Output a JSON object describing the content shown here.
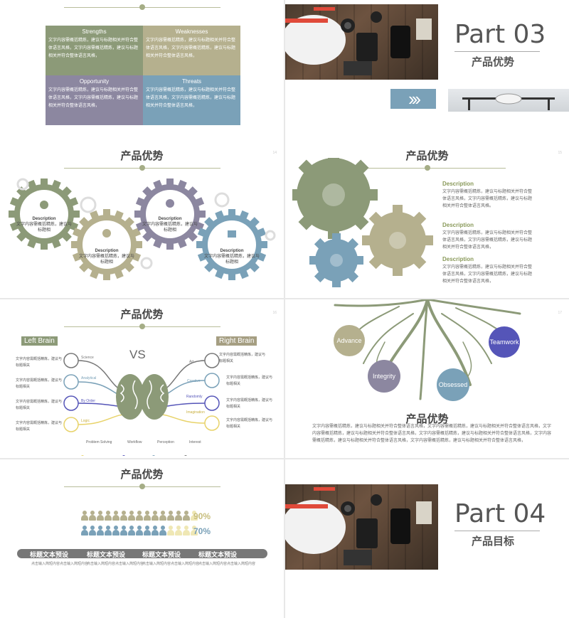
{
  "colors": {
    "sage": "#8c9a78",
    "khaki": "#b5b08e",
    "steel": "#7aa1b8",
    "lavender": "#8c87a0",
    "purple": "#5555b8",
    "accent_text": "#8a9a5b"
  },
  "slide1": {
    "cells": [
      {
        "title": "Strengths",
        "body": "文字内容需概括精炼，建议与标题相关并符合整体语言风格，文字内容需概括精炼，建议与标题相关并符合整体语言风格，"
      },
      {
        "title": "Weaknesses",
        "body": "文字内容需概括精炼，建议与标题相关并符合整体语言风格，文字内容需概括精炼，建议与标题相关并符合整体语言风格，"
      },
      {
        "title": "Opportunity",
        "body": "文字内容需概括精炼，建议与标题相关并符合整体语言风格，文字内容需概括精炼，建议与标题相关并符合整体语言风格，"
      },
      {
        "title": "Threats",
        "body": "文字内容需概括精炼，建议与标题相关并符合整体语言风格，文字内容需概括精炼，建议与标题相关并符合整体语言风格，"
      }
    ]
  },
  "slide2": {
    "part_label": "Part 03",
    "subtitle": "产品优势",
    "arrows": "›››"
  },
  "slide3": {
    "title": "产品优势",
    "page": "14",
    "gears": [
      {
        "head": "Description",
        "body": "文字内容需概括精炼，建议与标题相"
      },
      {
        "head": "Description",
        "body": "文字内容需概括精炼，建议与标题相"
      },
      {
        "head": "Description",
        "body": "文字内容需概括精炼，建议与标题相"
      },
      {
        "head": "Description",
        "body": "文字内容需概括精炼，建议与标题相"
      }
    ]
  },
  "slide4": {
    "title": "产品优势",
    "page": "15",
    "items": [
      {
        "head": "Description",
        "body": "文字内容需概括精炼，建议与标题相关并符合整体语言风格，文字内容需概括精炼，建议与标题相关并符合整体语言风格。"
      },
      {
        "head": "Description",
        "body": "文字内容需概括精炼，建议与标题相关并符合整体语言风格，文字内容需概括精炼，建议与标题相关并符合整体语言风格，"
      },
      {
        "head": "Description",
        "body": "文字内容需概括精炼，建议与标题相关并符合整体语言风格，文字内容需概括精炼，建议与标题相关并符合整体语言风格，"
      }
    ]
  },
  "slide5": {
    "title": "产品优势",
    "page": "16",
    "vs": "VS",
    "left_label": "Left Brain",
    "right_label": "Right Brain",
    "left_text": "文字内容需概括精炼，建议与标题相关",
    "right_text": "文字内容需概括精炼，建议与标题相关",
    "left_tags": [
      "Science",
      "Analytical",
      "By Order",
      "Logic"
    ],
    "right_tags": [
      "Art",
      "Creative",
      "Randomly",
      "Imagination"
    ],
    "legend": [
      "Problem Solving",
      "Workflow",
      "Perception",
      "Interest"
    ]
  },
  "slide6": {
    "title": "产品优势",
    "page": "17",
    "bubbles": [
      "Advance",
      "Integrity",
      "Obsessed",
      "Teamwork"
    ],
    "body": "文字内容需概括精炼，建议与标题相关并符合整体语言风格，文字内容需概括精炼，建议与标题相关并符合整体语言风格，文字内容需概括精炼，建议与标题相关并符合整体语言风格，文字内容需概括精炼，建议与标题相关并符合整体语言风格，文字内容需概括精炼，建议与标题相关并符合整体语言风格，文字内容需概括精炼，建议与标题相关并符合整体语言风格，"
  },
  "slide7": {
    "title": "产品优势",
    "rows": [
      {
        "value": "90%",
        "fill": 0.9
      },
      {
        "value": "70%",
        "fill": 0.7
      }
    ],
    "headers": [
      "标题文本预设",
      "标题文本预设",
      "标题文本预设",
      "标题文本预设"
    ],
    "body": "点击输入简短内容点击输入简短内容"
  },
  "slide8": {
    "part_label": "Part 04",
    "subtitle": "产品目标"
  }
}
